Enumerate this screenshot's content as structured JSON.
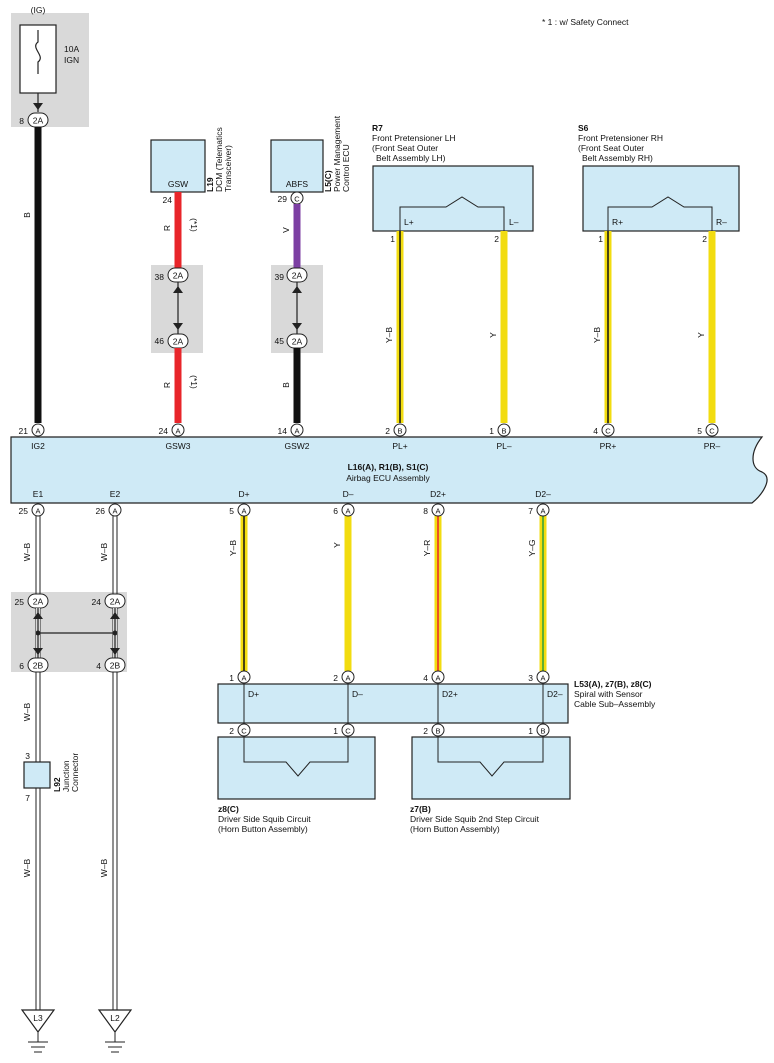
{
  "note": "* 1 : w/ Safety Connect",
  "ig": "(IG)",
  "fuse": {
    "amp": "10A",
    "name": "IGN"
  },
  "gnd": {
    "l3": "L3",
    "l2": "L2"
  },
  "airbag_ecu": {
    "title": "L16(A), R1(B), S1(C)",
    "name": "Airbag ECU Assembly",
    "top_terms": [
      {
        "pin": "21",
        "conn": "A",
        "label": "IG2"
      },
      {
        "pin": "24",
        "conn": "A",
        "label": "GSW3"
      },
      {
        "pin": "14",
        "conn": "A",
        "label": "GSW2"
      },
      {
        "pin": "2",
        "conn": "B",
        "label": "PL+"
      },
      {
        "pin": "1",
        "conn": "B",
        "label": "PL–"
      },
      {
        "pin": "4",
        "conn": "C",
        "label": "PR+"
      },
      {
        "pin": "5",
        "conn": "C",
        "label": "PR–"
      }
    ],
    "bottom_terms": [
      {
        "pin": "25",
        "conn": "A",
        "label": "E1"
      },
      {
        "pin": "26",
        "conn": "A",
        "label": "E2"
      },
      {
        "pin": "5",
        "conn": "A",
        "label": "D+"
      },
      {
        "pin": "6",
        "conn": "A",
        "label": "D–"
      },
      {
        "pin": "8",
        "conn": "A",
        "label": "D2+"
      },
      {
        "pin": "7",
        "conn": "A",
        "label": "D2–"
      }
    ]
  },
  "dcm": {
    "code": "L19",
    "name": "DCM (Telematics Transceiver)",
    "terminal": "GSW",
    "pin": "24"
  },
  "pm_ecu": {
    "code": "L5(C)",
    "name": "Power Management Control ECU",
    "terminal": "ABFS",
    "pin": "29",
    "conn": "C"
  },
  "r7": {
    "code": "R7",
    "name1": "Front Pretensioner LH",
    "name2": "(Front Seat Outer",
    "name3": "Belt Assembly LH)",
    "t1": "L+",
    "t2": "L–",
    "p1": "1",
    "p2": "2"
  },
  "s6": {
    "code": "S6",
    "name1": "Front Pretensioner RH",
    "name2": "(Front Seat Outer",
    "name3": "Belt Assembly RH)",
    "t1": "R+",
    "t2": "R–",
    "p1": "1",
    "p2": "2"
  },
  "spiral": {
    "code": "L53(A), z7(B), z8(C)",
    "name1": "Spiral with Sensor",
    "name2": "Cable Sub–Assembly",
    "terms": [
      {
        "pin": "1",
        "conn": "A",
        "label": "D+"
      },
      {
        "pin": "2",
        "conn": "A",
        "label": "D–"
      },
      {
        "pin": "4",
        "conn": "A",
        "label": "D2+"
      },
      {
        "pin": "3",
        "conn": "A",
        "label": "D2–"
      }
    ],
    "bottom_terms": [
      {
        "pin": "2",
        "conn": "C"
      },
      {
        "pin": "1",
        "conn": "C"
      },
      {
        "pin": "2",
        "conn": "B"
      },
      {
        "pin": "1",
        "conn": "B"
      }
    ]
  },
  "z8": {
    "code": "z8(C)",
    "name1": "Driver Side Squib Circuit",
    "name2": "(Horn Button Assembly)"
  },
  "z7": {
    "code": "z7(B)",
    "name1": "Driver Side Squib 2nd Step Circuit",
    "name2": "(Horn Button Assembly)"
  },
  "l92": {
    "code": "L92",
    "name": "Junction Connector",
    "pin_top": "3",
    "pin_bottom": "7"
  },
  "inline": {
    "ig_pin": "8",
    "ig_conn": "2A",
    "gsw3_top_pin": "38",
    "gsw3_bot_pin": "46",
    "gsw3_conn": "2A",
    "gsw2_top_pin": "39",
    "gsw2_bot_pin": "45",
    "gsw2_conn": "2A",
    "e1_top_pin": "25",
    "e1_top_conn": "2A",
    "e2_top_pin": "24",
    "e2_top_conn": "2A",
    "e1_bot_pin": "6",
    "e1_bot_conn": "2B",
    "e2_bot_pin": "4",
    "e2_bot_conn": "2B"
  },
  "wires": {
    "ig": "B",
    "gsw3_a": "R",
    "gsw3_a_note": "(*1)",
    "gsw3_b": "R",
    "gsw3_b_note": "(*1)",
    "gsw2_a": "V",
    "gsw2_b": "B",
    "pl_plus": "Y–B",
    "pl_minus": "Y",
    "pr_plus": "Y–B",
    "pr_minus": "Y",
    "d_plus": "Y–B",
    "d_minus": "Y",
    "d2_plus": "Y–R",
    "d2_minus": "Y–G",
    "e1_a": "W–B",
    "e2_a": "W–B",
    "e1_b": "W–B",
    "e1_c": "W–B",
    "e2_c": "W–B"
  },
  "colors": {
    "component": "#cfeaf6",
    "splice": "#d9d9d9",
    "red": "#e8252a",
    "violet": "#7c3fa3",
    "yellow": "#f2dc10",
    "black": "#111111",
    "green": "#2e9e3a"
  }
}
